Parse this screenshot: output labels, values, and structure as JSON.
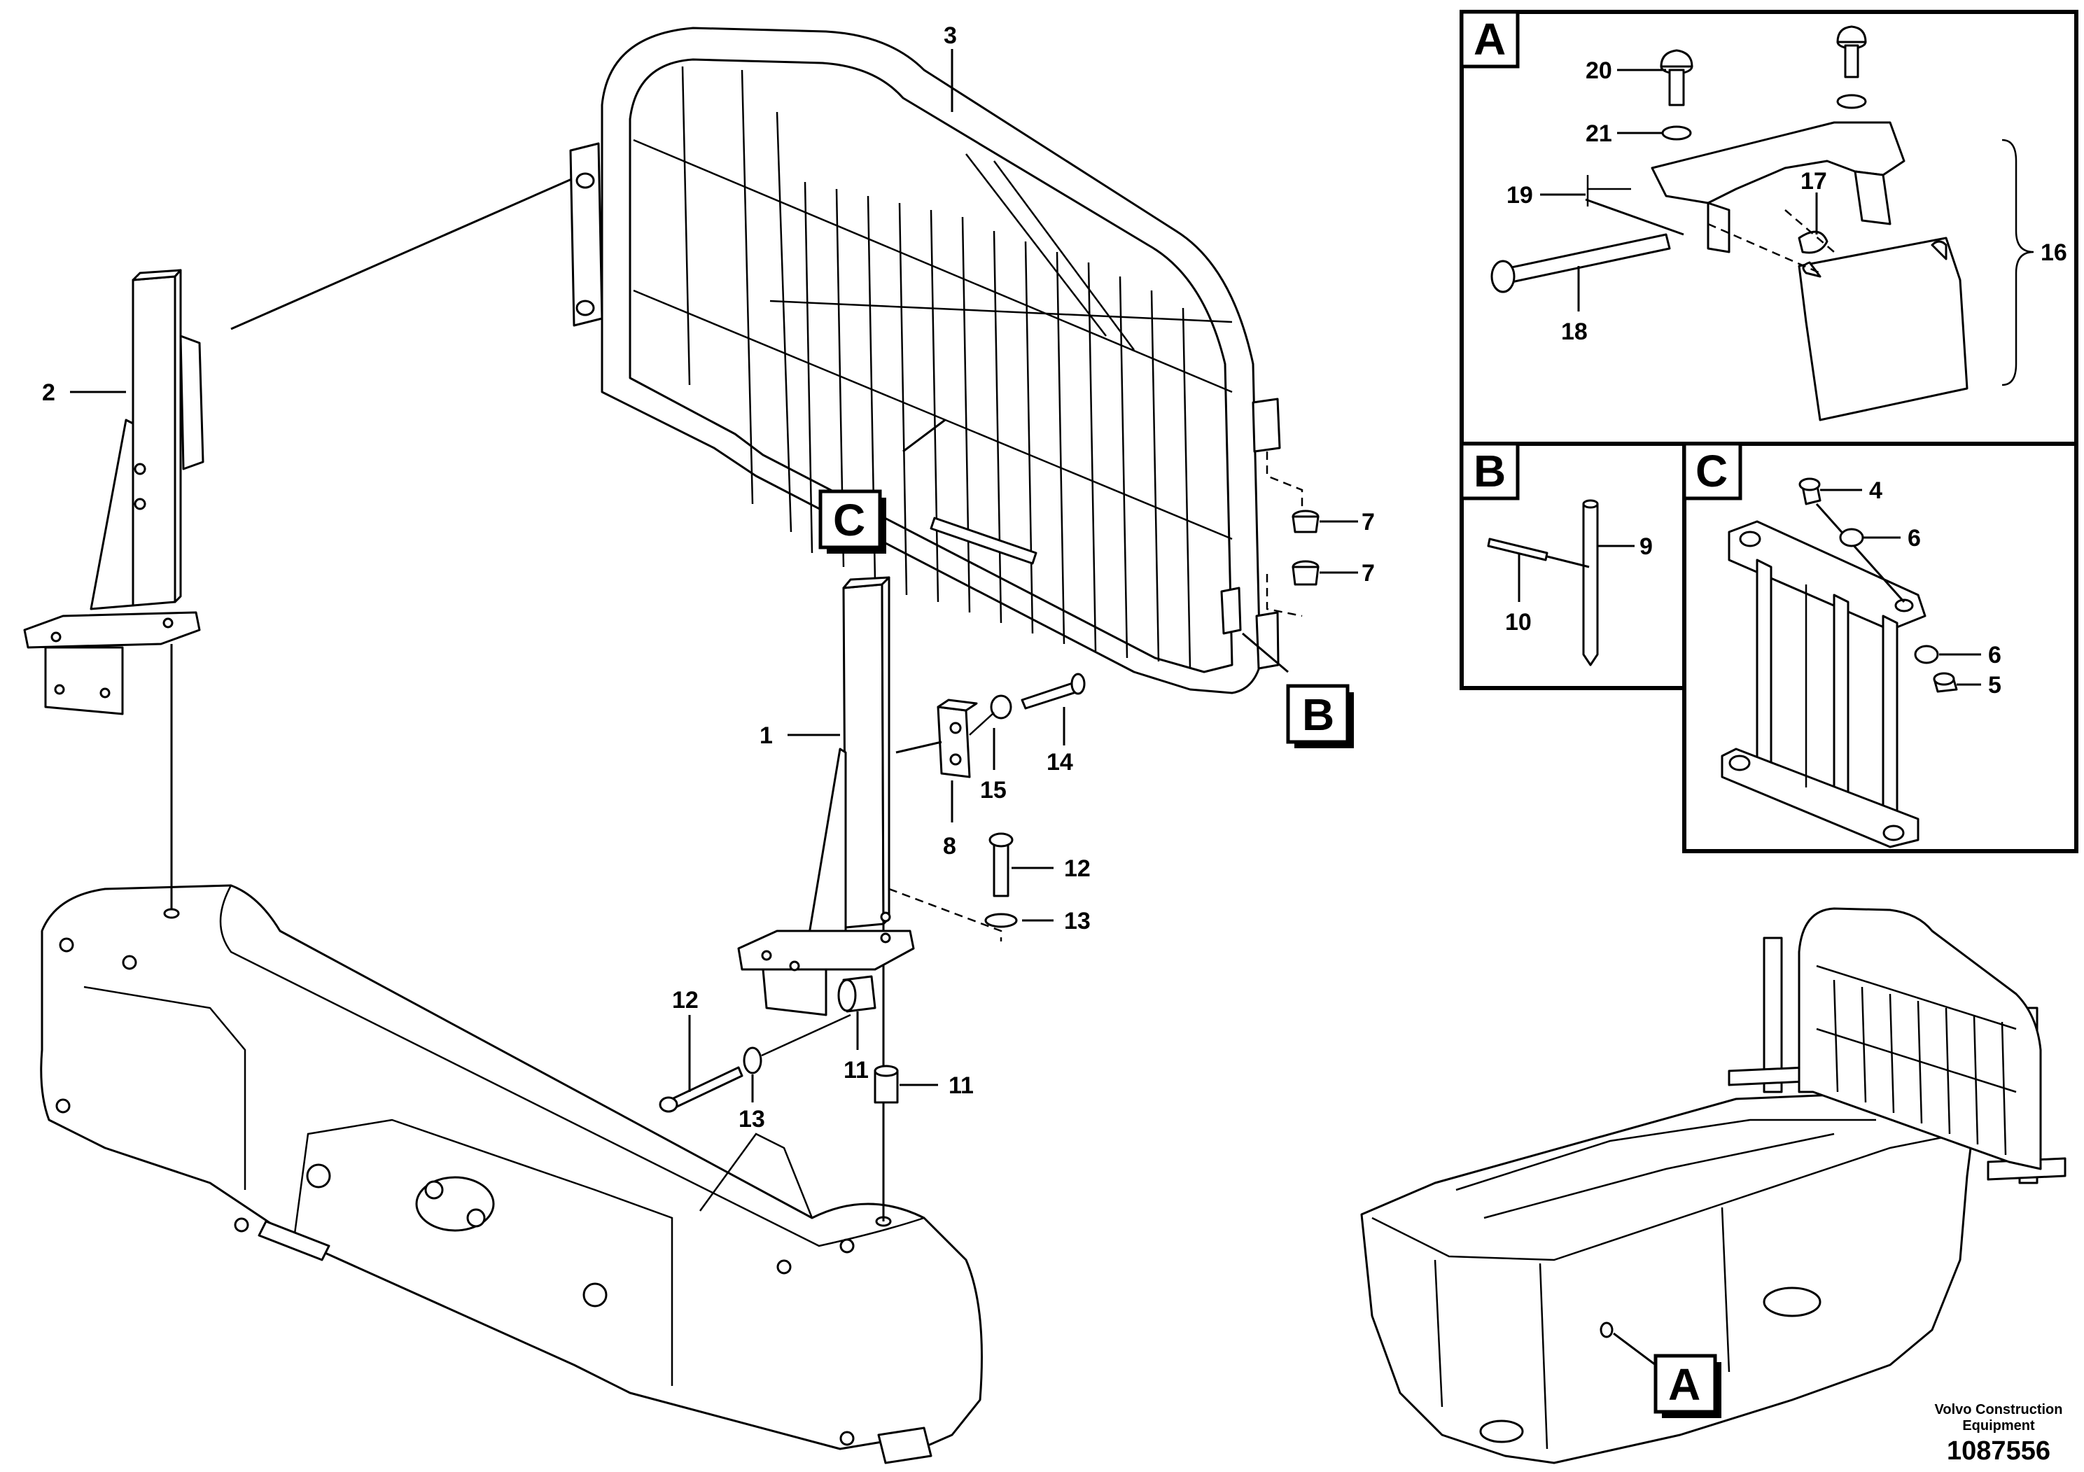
{
  "callouts": {
    "c1": "1",
    "c2": "2",
    "c3": "3",
    "c4": "4",
    "c5": "5",
    "c6a": "6",
    "c6b": "6",
    "c7a": "7",
    "c7b": "7",
    "c8": "8",
    "c9": "9",
    "c10": "10",
    "c11a": "11",
    "c11b": "11",
    "c12a": "12",
    "c12b": "12",
    "c13a": "13",
    "c13b": "13",
    "c14": "14",
    "c15": "15",
    "c16": "16",
    "c17": "17",
    "c18": "18",
    "c19": "19",
    "c20": "20",
    "c21": "21"
  },
  "detail_tags": {
    "main_c": "C",
    "main_b": "B",
    "overview_a": "A"
  },
  "detail_boxes": {
    "box_a": "A",
    "box_b": "B",
    "box_c": "C"
  },
  "footer": {
    "company_line1": "Volvo Construction",
    "company_line2": "Equipment",
    "drawing_number": "1087556"
  }
}
